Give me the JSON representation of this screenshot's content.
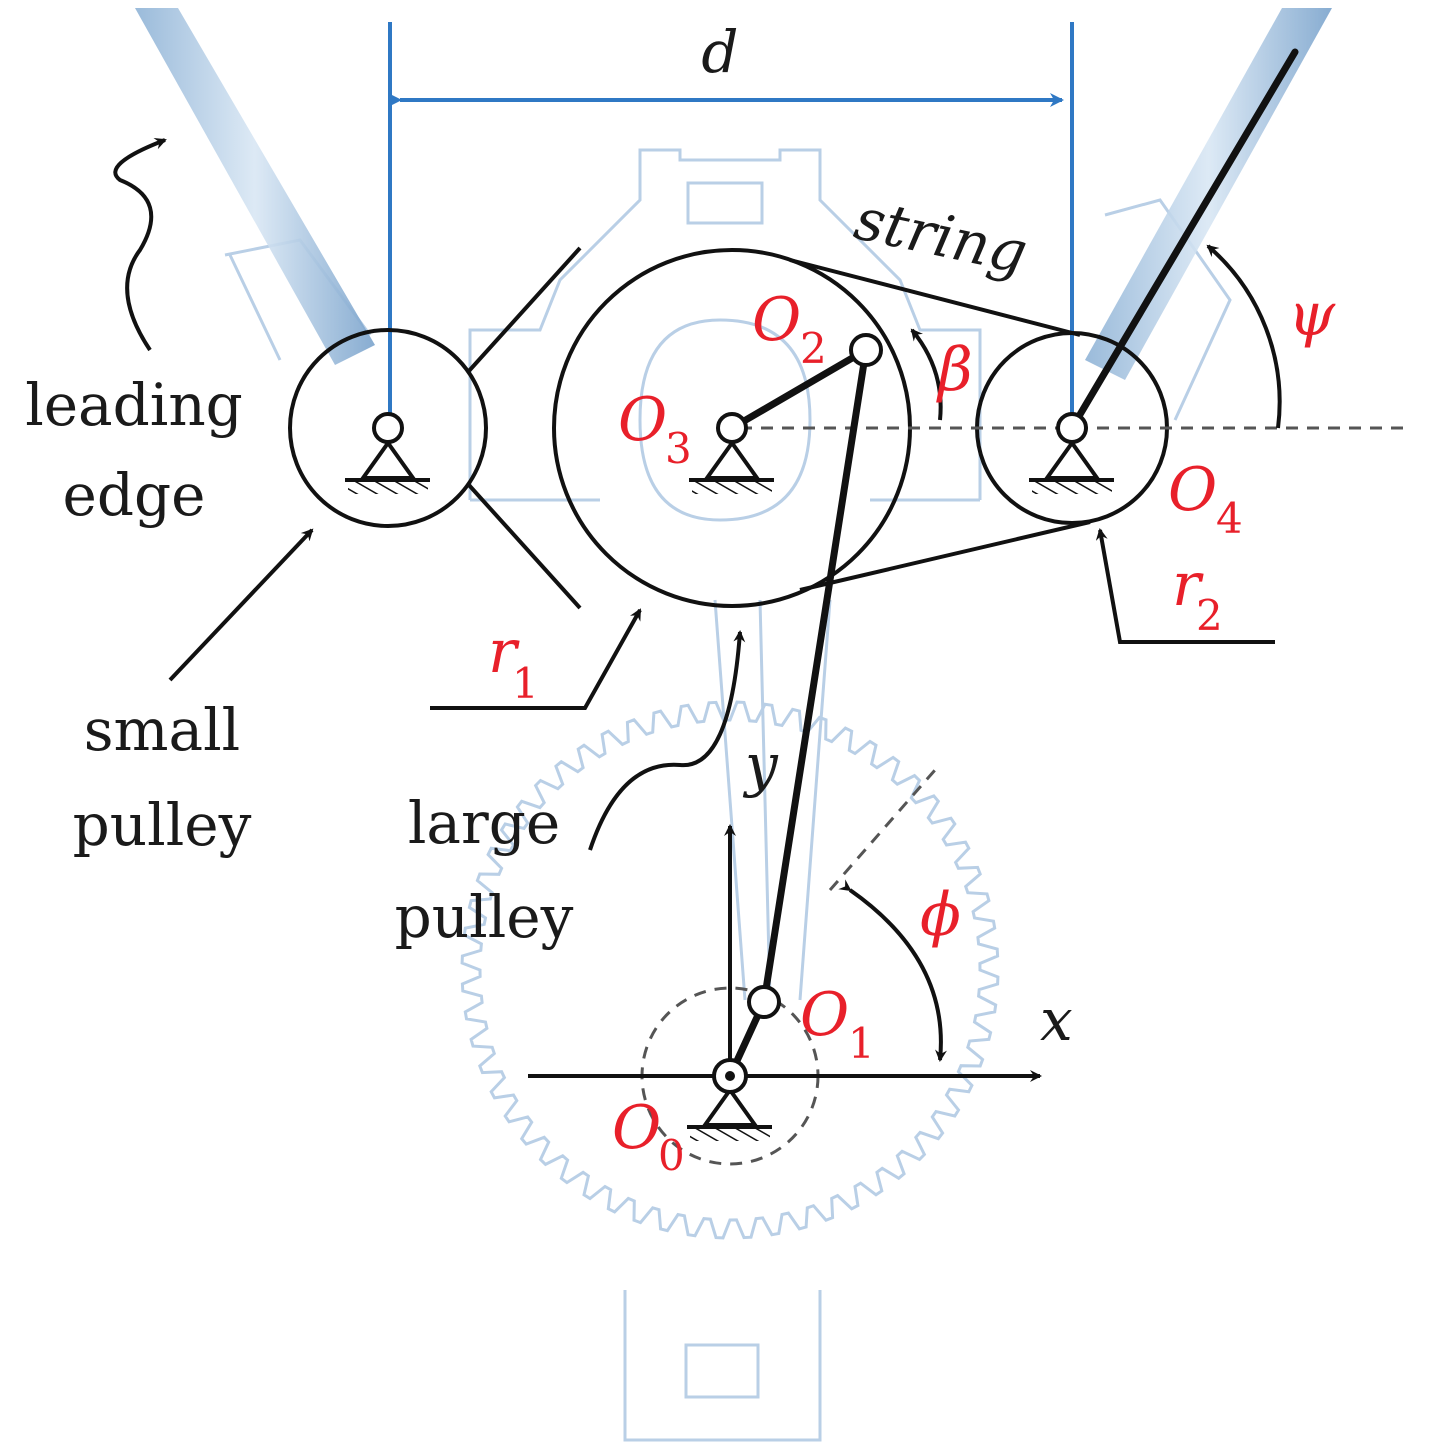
{
  "labels": {
    "distance": "d",
    "string": "string",
    "leading_edge_line1": "leading",
    "leading_edge_line2": "edge",
    "small_pulley_line1": "small",
    "small_pulley_line2": "pulley",
    "large_pulley_line1": "large",
    "large_pulley_line2": "pulley",
    "x_axis": "x",
    "y_axis": "y"
  },
  "symbols": {
    "psi": "ψ",
    "beta": "β",
    "phi": "ϕ",
    "O": "O",
    "r": "r",
    "sub_0": "0",
    "sub_1": "1",
    "sub_2": "2",
    "sub_3": "3",
    "sub_4": "4"
  },
  "colors": {
    "symbol_red": "#e8202a",
    "dimension_blue": "#2f78c4",
    "ghost_blue": "#b9cfe6",
    "ink": "#111111"
  }
}
